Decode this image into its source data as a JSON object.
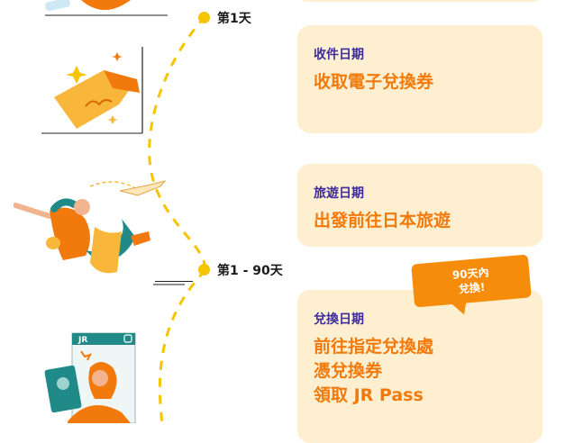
{
  "timeline": {
    "day1_label": "第1天",
    "day90_label": "第1 - 90天"
  },
  "cards": [
    {
      "label": "收件日期",
      "lines": [
        "收取電子兌換券"
      ]
    },
    {
      "label": "旅遊日期",
      "lines": [
        "出發前往日本旅遊"
      ]
    },
    {
      "label": "兌換日期",
      "lines": [
        "前往指定兌換處",
        "憑兌換券",
        "領取 JR Pass"
      ]
    }
  ],
  "bubble": {
    "line1": "90天內",
    "line2": "兌換!"
  },
  "illustration_text": {
    "jr_logo": "JR"
  },
  "colors": {
    "card_bg": "#fdefcf",
    "label": "#3d2c9b",
    "title": "#f27a0c",
    "timeline": "#f7c400",
    "bubble": "#f58d0a"
  }
}
